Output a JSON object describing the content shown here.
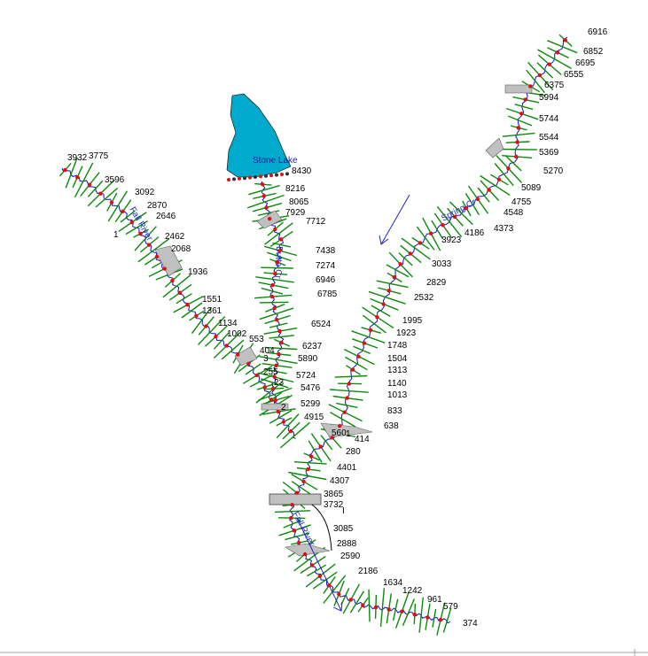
{
  "lake": {
    "name": "Stone Lake",
    "color": "#00aacc"
  },
  "colors": {
    "river": "#1010c8",
    "cross_section": "#0a8a0a",
    "node": "#e01010",
    "structure": "#c0c0c0",
    "flow_arrow": "#1010c8"
  },
  "reaches": {
    "left": {
      "name": "Fall River",
      "stations": [
        "3932",
        "3775",
        "3596",
        "3092",
        "2870",
        "2646",
        "2462",
        "2068",
        "1936",
        "1551",
        "1361",
        "1134",
        "1002",
        "553",
        "404",
        "255",
        "23"
      ]
    },
    "middle": {
      "name": "Butte Cr",
      "stations": [
        "8430",
        "8216",
        "8065",
        "7929",
        "7712",
        "7438",
        "7274",
        "6946",
        "6785",
        "6524",
        "6237",
        "5890",
        "5724",
        "5476",
        "5299",
        "4915"
      ]
    },
    "right": {
      "name": "Spring Cr",
      "stations": [
        "6916",
        "6852",
        "6695",
        "6555",
        "6375",
        "5994",
        "5744",
        "5544",
        "5369",
        "5270",
        "5089",
        "4755",
        "4548",
        "4373",
        "4186",
        "3923",
        "3033",
        "2829",
        "2532",
        "1995",
        "1923",
        "1748",
        "1504",
        "1313",
        "1140",
        "1013",
        "833",
        "638",
        "560",
        "414",
        "280"
      ]
    },
    "lower": {
      "name": "Fall River",
      "stations": [
        "4401",
        "4307",
        "3865",
        "3732",
        "3085",
        "2888",
        "2590",
        "2186",
        "1634",
        "1242",
        "961",
        "579",
        "374"
      ]
    }
  },
  "misc_labels": [
    "1",
    "3",
    "2",
    "1",
    "I"
  ]
}
